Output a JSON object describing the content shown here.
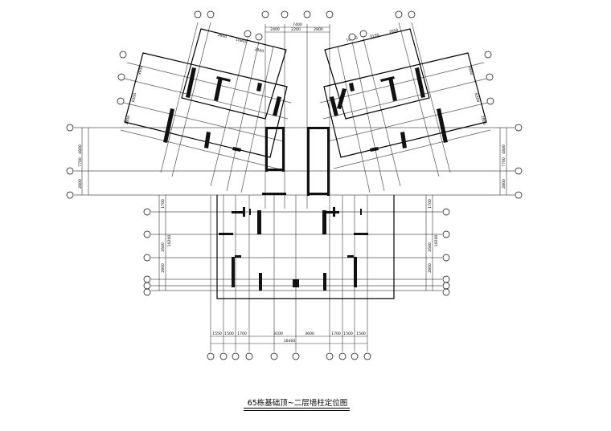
{
  "drawing": {
    "title": "65栋基础顶~二层墙柱定位图",
    "top_dims": {
      "row1": [
        "2400",
        "2200",
        "2800"
      ],
      "row2": [
        "7400"
      ]
    },
    "bottom_dims": {
      "row1": [
        "1550",
        "1500",
        "1700",
        "3100",
        "3600",
        "1700",
        "1500",
        "1500"
      ],
      "row2": [
        "16400"
      ]
    },
    "left_dims": [
      "4800",
      "7700",
      "2800"
    ],
    "right_dims": [
      "4800",
      "7700",
      "2800"
    ],
    "lower_left_dims": [
      "1700",
      "2600",
      "10200",
      "2800"
    ],
    "lower_right_dims": [
      "1700",
      "2600",
      "10200",
      "2800"
    ],
    "left_wing_dims": [
      "2600",
      "10800",
      "2800",
      "3900",
      "6300",
      "2800"
    ],
    "right_wing_dims": [
      "10800",
      "3150",
      "2650",
      "3900",
      "6300",
      "2800"
    ]
  }
}
